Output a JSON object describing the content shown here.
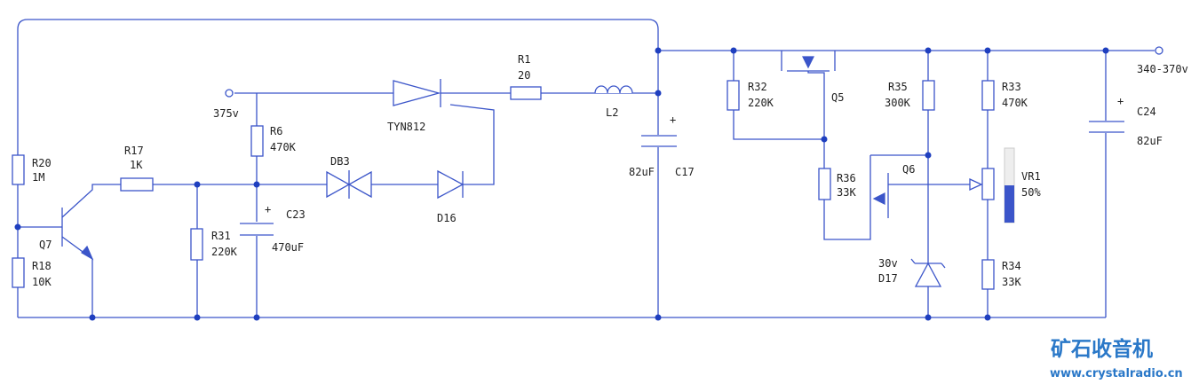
{
  "labels": {
    "r20": "R20",
    "r20_val": "1M",
    "r18": "R18",
    "r18_val": "10K",
    "q7": "Q7",
    "r17": "R17",
    "r17_val": "1K",
    "r31": "R31",
    "r31_val": "220K",
    "r6": "R6",
    "r6_val": "470K",
    "c23": "C23",
    "c23_val": "470uF",
    "v375": "375v",
    "tyn": "TYN812",
    "db3": "DB3",
    "d16": "D16",
    "r1": "R1",
    "r1_val": "20",
    "l2": "L2",
    "c17": "C17",
    "c17_val": "82uF",
    "plus": "+",
    "r32": "R32",
    "r32_val": "220K",
    "q5": "Q5",
    "r35": "R35",
    "r35_val": "300K",
    "r36": "R36",
    "r36_val": "33K",
    "q6": "Q6",
    "d17": "D17",
    "d17_val": "30v",
    "r33": "R33",
    "r33_val": "470K",
    "vr1": "VR1",
    "vr1_val": "50%",
    "r34": "R34",
    "r34_val": "33K",
    "c24": "C24",
    "c24_val": "82uF",
    "out": "340-370v"
  },
  "branding": {
    "logo": "矿石收音机",
    "url": "www.crystalradio.cn"
  },
  "colors": {
    "wire": "#3b55c9",
    "logo": "#2a78c8"
  }
}
